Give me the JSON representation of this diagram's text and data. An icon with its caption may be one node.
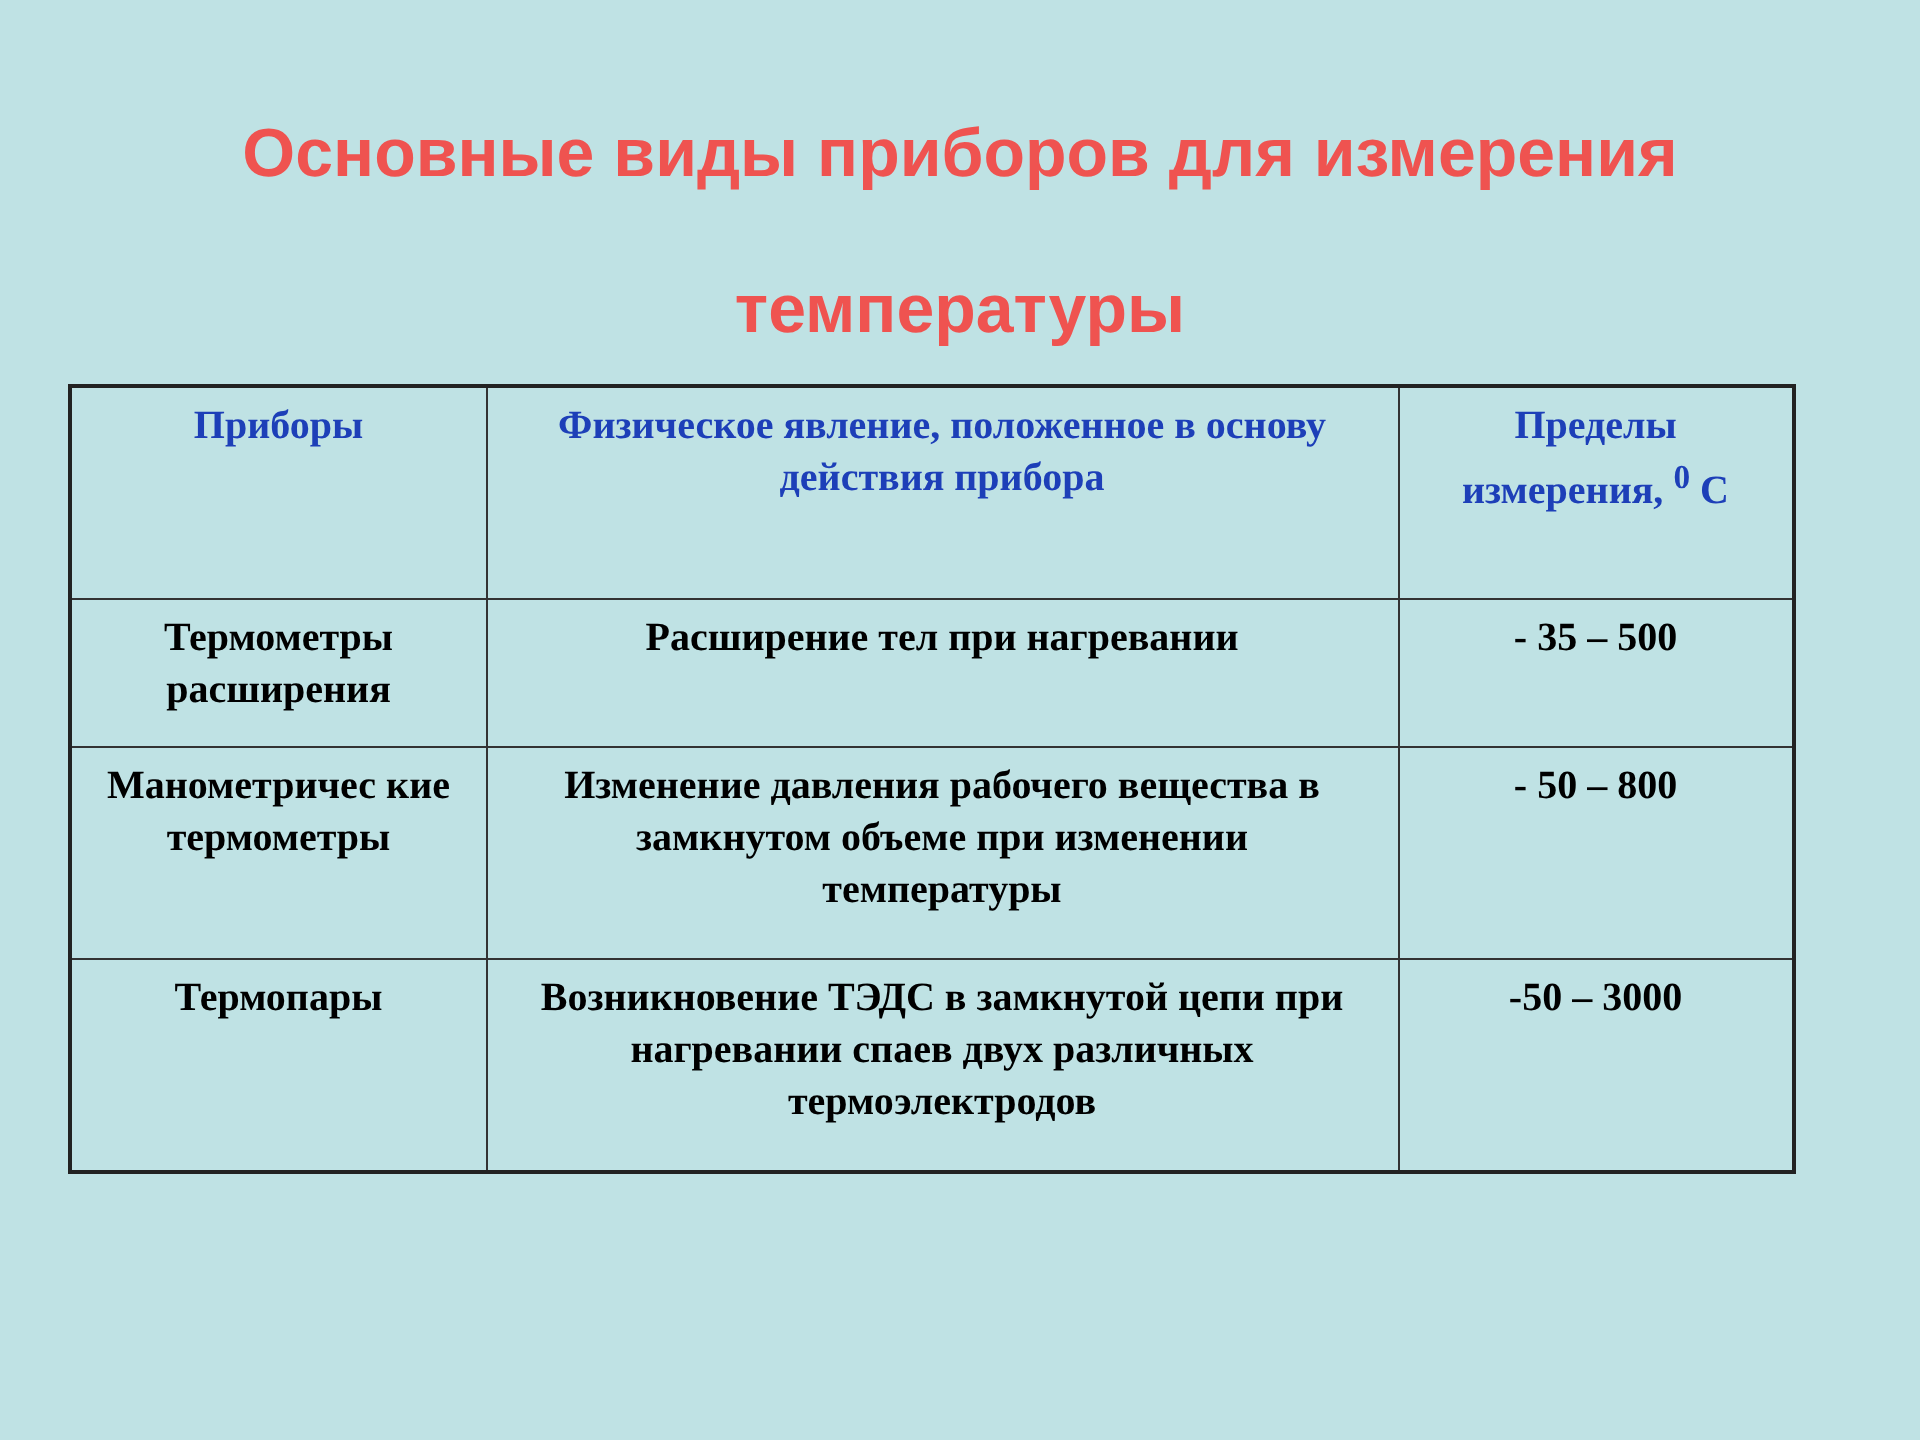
{
  "diagram": {
    "title": "Основные виды приборов для измерения температуры",
    "labels": [
      "Приборы",
      "Физическое явление, положенное в основу действия прибора",
      "Пределы измерения, $^{0}$ С",
      "Термометры расширения",
      "Расширение тел при нагревании",
      "- 35 – 500",
      "Манометричес кие термометры",
      "Изменение давления рабочего вещества в замкнутом объеме при изменении температуры",
      "- 50 – 800",
      "Термопары",
      "Возникновение ТЭДС в замкнутой цепи при нагревании спаев двух различных термоэлектродов",
      "-50 – 3000"
    ]
  }
}
